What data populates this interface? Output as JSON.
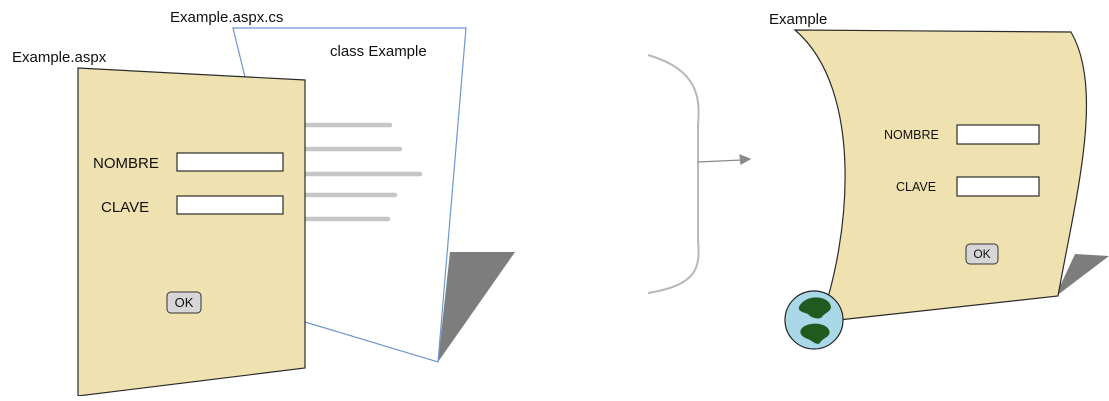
{
  "source": {
    "aspx_label": "Example.aspx",
    "cs_label": "Example.aspx.cs",
    "class_label": "class Example",
    "form": {
      "name_label": "NOMBRE",
      "key_label": "CLAVE",
      "button_label": "OK"
    }
  },
  "result": {
    "title": "Example",
    "form": {
      "name_label": "NOMBRE",
      "key_label": "CLAVE",
      "button_label": "OK"
    }
  },
  "colors": {
    "paper": "#f0e1b0",
    "sheet_border": "#6e97cf",
    "fold": "#7d7d7d",
    "code_lines": "#c6c6c6",
    "globe_water": "#a9d8e9",
    "globe_land": "#1f5a1f"
  },
  "icons": {
    "globe": "globe-icon"
  }
}
